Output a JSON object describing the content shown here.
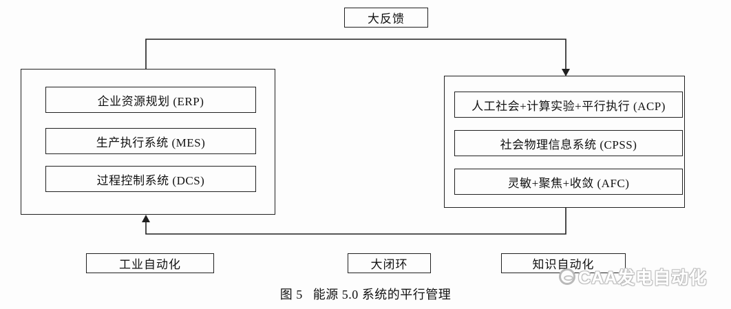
{
  "diagram": {
    "top_label": "大反馈",
    "left_group": {
      "items": [
        "企业资源规划 (ERP)",
        "生产执行系统 (MES)",
        "过程控制系统 (DCS)"
      ]
    },
    "right_group": {
      "items": [
        "人工社会+计算实验+平行执行 (ACP)",
        "社会物理信息系统 (CPSS)",
        "灵敏+聚焦+收敛 (AFC)"
      ]
    },
    "bottom_labels": {
      "left": "工业自动化",
      "center": "大闭环",
      "right": "知识自动化"
    },
    "caption": "图 5   能源 5.0 系统的平行管理",
    "watermark_text": "CAA发电自动化",
    "line_color": "#1f1f1f"
  }
}
